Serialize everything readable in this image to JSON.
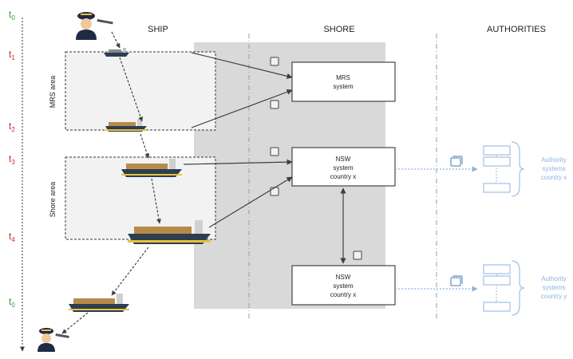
{
  "columns": {
    "ship": "SHIP",
    "shore": "SHORE",
    "authorities": "AUTHORITIES"
  },
  "timeline": [
    {
      "base": "t",
      "sub": "0",
      "color": "#3a9a3a"
    },
    {
      "base": "t",
      "sub": "1",
      "color": "#cc2a2a"
    },
    {
      "base": "t",
      "sub": "2",
      "color": "#cc2a2a"
    },
    {
      "base": "t",
      "sub": "3",
      "color": "#cc2a2a"
    },
    {
      "base": "t",
      "sub": "4",
      "color": "#cc2a2a"
    },
    {
      "base": "t",
      "sub": "0",
      "color": "#3a9a3a"
    }
  ],
  "areas": {
    "mrs": "MRS area",
    "shore": "Shore area"
  },
  "boxes": {
    "mrs": [
      "MRS",
      "system"
    ],
    "nsw_1": [
      "NSW",
      "system",
      "country x"
    ],
    "nsw_2": [
      "NSW",
      "system",
      "country x"
    ]
  },
  "authorities": {
    "group_1": [
      "Authority",
      "systems",
      "country x"
    ],
    "group_2": [
      "Authority",
      "systems",
      "country y"
    ]
  },
  "colors": {
    "shore_band": "#d9d9d9",
    "area_fill": "#f2f2f2",
    "authority_blue": "#8db3e2",
    "arrow": "#404040"
  }
}
